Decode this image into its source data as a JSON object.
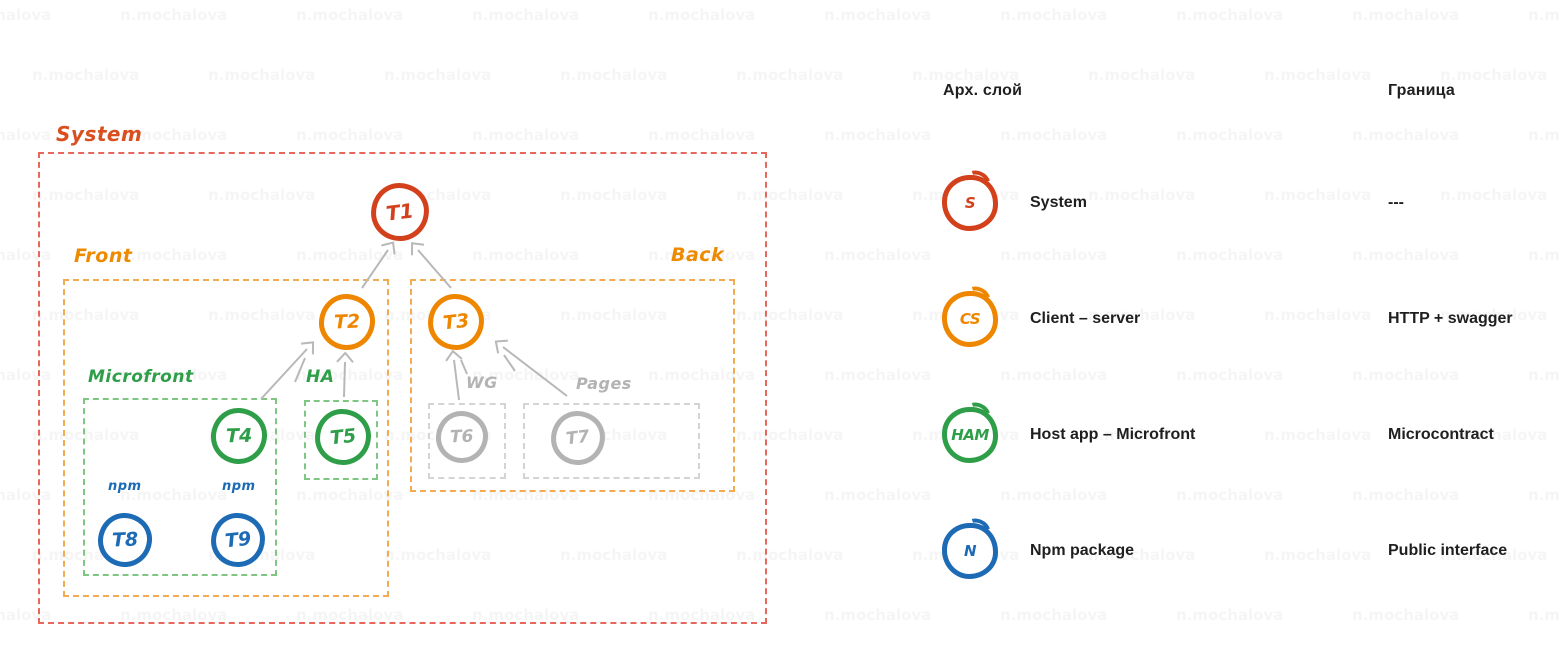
{
  "watermark": {
    "text": "n.mochalova"
  },
  "palette": {
    "system_red": "#d2401c",
    "client_server_orange": "#ee8600",
    "microfront_green": "#2f9e49",
    "npm_blue": "#1d6ab5",
    "inactive_gray": "#b3b3b3",
    "system_box_dash": "#e8675d",
    "front_back_box_dash": "#f3ab51",
    "green_box_dash": "#7fc683",
    "gray_box_dash": "#d4d4d4"
  },
  "diagram": {
    "groups": {
      "system": {
        "label": "System"
      },
      "front": {
        "label": "Front"
      },
      "back": {
        "label": "Back"
      },
      "microfront": {
        "label": "Microfront"
      },
      "ha": {
        "label": "HA"
      },
      "wg": {
        "label": "WG"
      },
      "pages": {
        "label": "Pages"
      }
    },
    "package_labels": {
      "npm1": "npm",
      "npm2": "npm"
    },
    "nodes": {
      "t1": {
        "label": "T1",
        "layer": "system"
      },
      "t2": {
        "label": "T2",
        "layer": "client-server"
      },
      "t3": {
        "label": "T3",
        "layer": "client-server"
      },
      "t4": {
        "label": "T4",
        "layer": "host-app-microfront"
      },
      "t5": {
        "label": "T5",
        "layer": "host-app-microfront"
      },
      "t6": {
        "label": "T6",
        "layer": "inactive"
      },
      "t7": {
        "label": "T7",
        "layer": "inactive"
      },
      "t8": {
        "label": "T8",
        "layer": "npm-package"
      },
      "t9": {
        "label": "T9",
        "layer": "npm-package"
      }
    },
    "edges": [
      {
        "from": "T2",
        "to": "T1"
      },
      {
        "from": "T3",
        "to": "T1"
      },
      {
        "from": "T4",
        "to": "T2"
      },
      {
        "from": "T5",
        "to": "T2"
      },
      {
        "from": "T6",
        "to": "T3"
      },
      {
        "from": "T7",
        "to": "T3"
      }
    ]
  },
  "legend": {
    "headers": {
      "layer": "Арх. слой",
      "boundary": "Граница"
    },
    "rows": [
      {
        "icon": "S",
        "layer": "System",
        "boundary": "---",
        "color": "#d2401c"
      },
      {
        "icon": "CS",
        "layer": "Client – server",
        "boundary": "HTTP + swagger",
        "color": "#ee8600"
      },
      {
        "icon": "HAM",
        "layer": "Host app – Microfront",
        "boundary": "Microcontract",
        "color": "#2f9e49"
      },
      {
        "icon": "N",
        "layer": "Npm package",
        "boundary": "Public interface",
        "color": "#1d6ab5"
      }
    ]
  }
}
